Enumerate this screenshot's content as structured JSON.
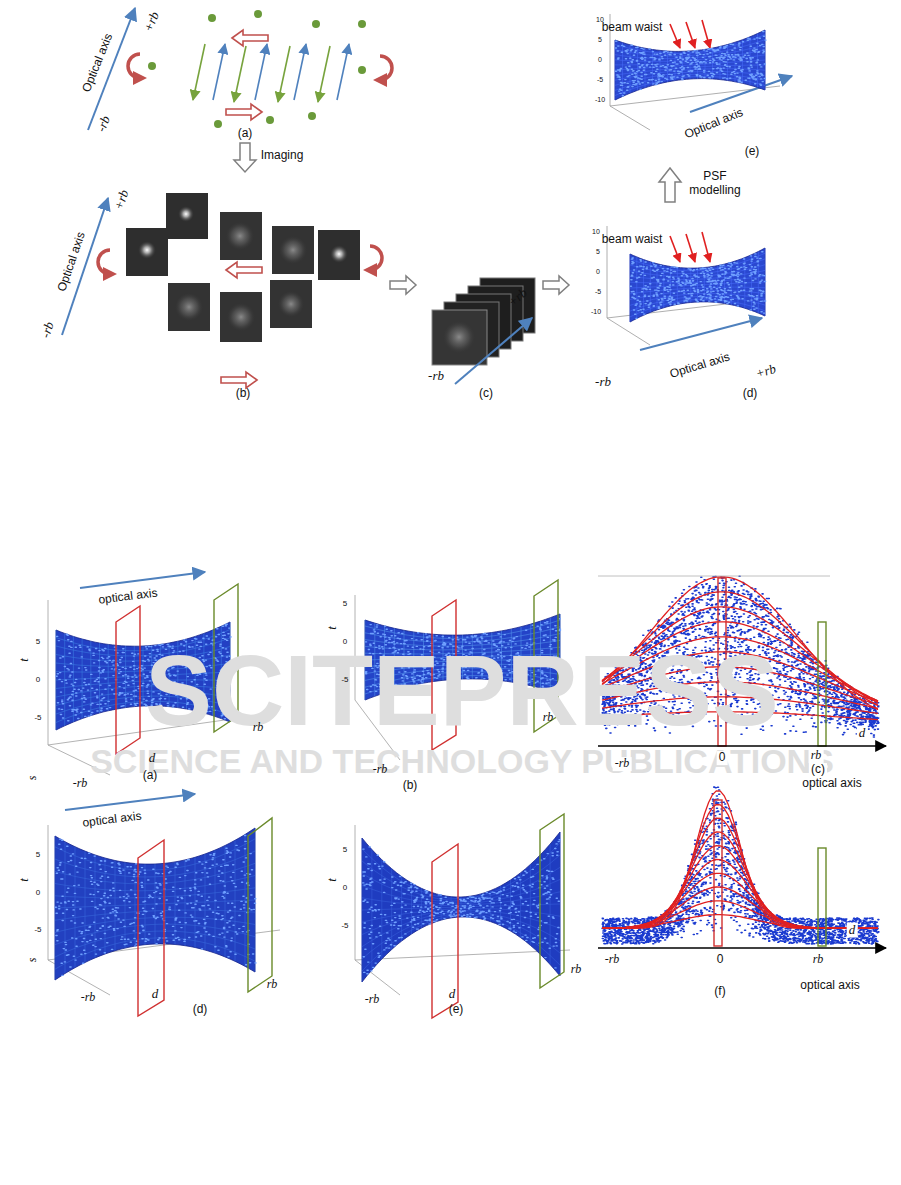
{
  "diagram": {
    "labels": [
      "Optical axis",
      "+rb",
      "-rb",
      "(a)",
      "Imaging",
      "Optical axis",
      "+rb",
      "-rb",
      "(b)",
      "+rb",
      "-rb",
      "(c)",
      "beam waist",
      "Optical axis",
      "+rb",
      "-rb",
      "(d)",
      "PSF modelling",
      "10",
      "5",
      "0",
      "-5",
      "-10",
      "beam waist",
      "Optical axis",
      "(e)",
      "10",
      "5",
      "0",
      "-5",
      "-10",
      "SCITEPRESS",
      "SCIENCE AND TECHNOLOGY PUBLICATIONS",
      "optical axis",
      "t",
      "5",
      "0",
      "-5",
      "s",
      "-rb",
      "d",
      "rb",
      "(a)",
      "t",
      "5",
      "0",
      "-5",
      "rb",
      "-rb",
      "(b)",
      "d",
      "-rb",
      "0",
      "rb",
      "(c)",
      "optical axis",
      "optical axis",
      "t",
      "5",
      "0",
      "-5",
      "s",
      "-rb",
      "d",
      "rb",
      "(d)",
      "t",
      "5",
      "0",
      "-5",
      "-rb",
      "d",
      "rb",
      "(e)",
      "d",
      "-rb",
      "0",
      "rb",
      "(f)",
      "optical axis"
    ]
  }
}
